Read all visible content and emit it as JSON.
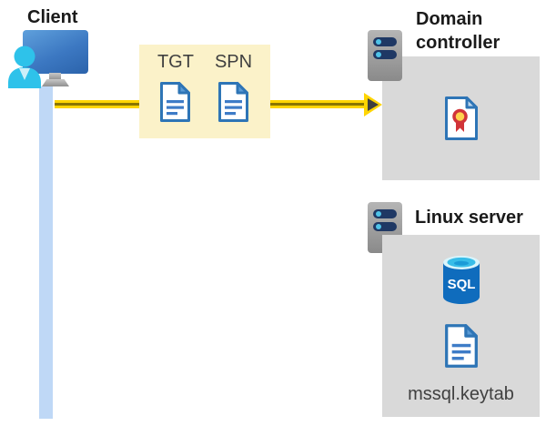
{
  "diagram": {
    "client": {
      "label": "Client"
    },
    "ticket_box": {
      "tgt_label": "TGT",
      "spn_label": "SPN"
    },
    "domain_controller": {
      "label": "Domain controller"
    },
    "linux_server": {
      "label": "Linux server",
      "sql_label": "SQL",
      "keytab_label": "mssql.keytab"
    }
  },
  "colors": {
    "title_black": "#1a1a1a",
    "text_dark": "#404040",
    "accent_yellow": "#ffd502",
    "arrow_stripe": "#8a7500",
    "arrowhead_dark": "#3f3f3f",
    "box_yellow": "#fbf2c9",
    "box_gray": "#d9d9d9",
    "line_blue": "#bfd8f6",
    "monitor_blue_light": "#5fa0dc",
    "monitor_blue_mid": "#3c78c2",
    "monitor_blue_dark": "#2b63ab",
    "stand_light": "#c8c8c8",
    "stand_dark": "#8f8f8f",
    "person_cyan": "#2ec2ea",
    "person_collar": "#cdeff9",
    "server_light": "#b5b5b5",
    "server_dark": "#8a8a8a",
    "server_bar": "#1f3864",
    "server_dot": "#4fc3e8",
    "doc_page": "#ffffff",
    "doc_blue": "#2e75b6",
    "doc_line": "#3e7cc7",
    "fold_blue": "#5b9bd5",
    "cert_fold": "#bdd7ee",
    "seal_yellow": "#ffd34d",
    "seal_red": "#d13438",
    "sql_blue": "#0f6cbd",
    "sql_rim": "#d9f5fc",
    "sql_cyan": "#38bde8",
    "sql_swirl": "#1b9bd7"
  }
}
